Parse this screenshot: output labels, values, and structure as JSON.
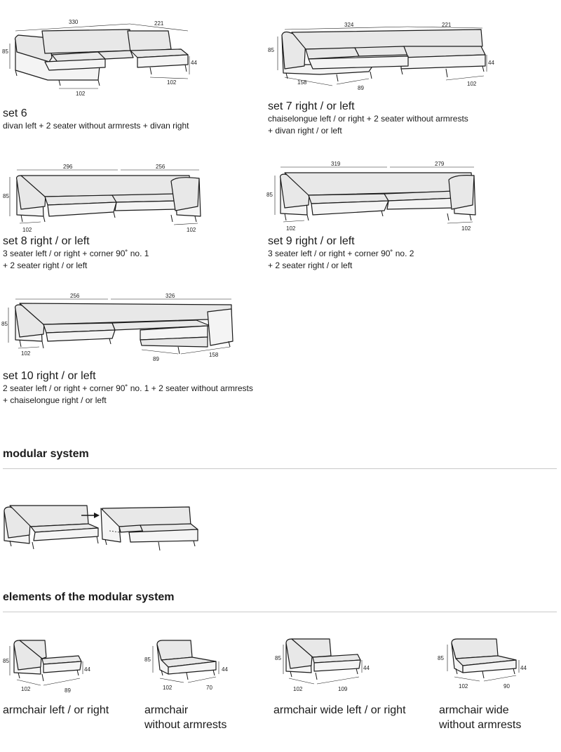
{
  "sets": [
    {
      "id": "set6",
      "title": "set 6",
      "desc": [
        "divan left  + 2 seater without armrests + divan right"
      ],
      "dims": {
        "top_left": "330",
        "top_right": "221",
        "height": "85",
        "side": "44",
        "front_right": "102",
        "front_left": "102"
      }
    },
    {
      "id": "set7",
      "title": "set 7 right / or left",
      "desc": [
        "chaiselongue left / or right + 2 seater without armrests",
        "+ divan right / or left"
      ],
      "dims": {
        "top_left": "324",
        "top_right": "221",
        "height": "85",
        "side": "44",
        "front_left": "158",
        "front_mid": "89",
        "front_right": "102"
      }
    },
    {
      "id": "set8",
      "title": "set 8 right / or left",
      "desc": [
        "3 seater left / or right + corner 90˚ no. 1",
        "+ 2 seater right / or left"
      ],
      "dims": {
        "top_left": "296",
        "top_right": "256",
        "height": "85",
        "front_left": "102",
        "front_right": "102"
      }
    },
    {
      "id": "set9",
      "title": "set 9 right / or left",
      "desc": [
        "3 seater left / or right  + corner 90˚ no. 2",
        "+ 2 seater right / or left"
      ],
      "dims": {
        "top_left": "319",
        "top_right": "279",
        "height": "85",
        "front_left": "102",
        "front_right": "102"
      }
    },
    {
      "id": "set10",
      "title": "set 10 right / or left",
      "desc": [
        "2 seater left  / or right + corner 90˚ no. 1 + 2 seater without armrests",
        "+ chaiselongue right / or left"
      ],
      "dims": {
        "top_left": "256",
        "top_right": "326",
        "height": "85",
        "front_left": "102",
        "front_mid": "89",
        "front_right": "158"
      }
    }
  ],
  "modular": {
    "title": "modular system"
  },
  "elements": {
    "title": "elements of the modular system",
    "items": [
      {
        "label": [
          "armchair left / or right"
        ],
        "dims": {
          "height": "85",
          "side": "44",
          "depth": "102",
          "width": "89"
        }
      },
      {
        "label": [
          "armchair",
          "without armrests"
        ],
        "dims": {
          "height": "85",
          "side": "44",
          "depth": "102",
          "width": "70"
        }
      },
      {
        "label": [
          "armchair wide left / or right"
        ],
        "dims": {
          "height": "85",
          "side": "44",
          "depth": "102",
          "width": "109"
        }
      },
      {
        "label": [
          "armchair wide",
          "without armrests"
        ],
        "dims": {
          "height": "85",
          "side": "44",
          "depth": "102",
          "width": "90"
        }
      }
    ]
  },
  "colors": {
    "upholstery": "#e8e8e8",
    "line": "#1a1a1a",
    "rule": "#c9c9c9"
  }
}
